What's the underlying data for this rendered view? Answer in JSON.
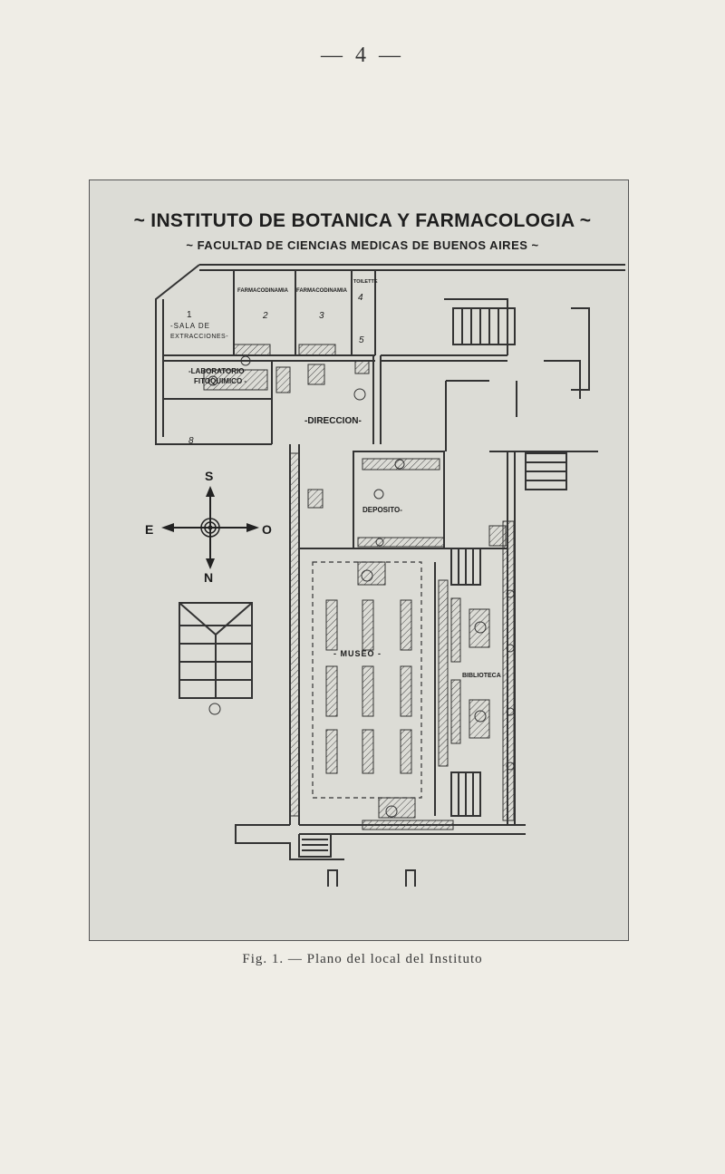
{
  "page_number": "— 4 —",
  "plate": {
    "title": "~ INSTITUTO DE BOTANICA Y FARMACOLOGIA ~",
    "subtitle": "~ FACULTAD DE CIENCIAS MEDICAS DE BUENOS AIRES ~"
  },
  "rooms": {
    "farmacodinamia_1": "FARMACODINAMIA",
    "farmacodinamia_2": "FARMACODINAMIA",
    "toilette": "TOILETTE",
    "num_1": "1",
    "num_2": "2",
    "num_3": "3",
    "num_4": "4",
    "num_5": "5",
    "num_8": "8",
    "sala_line1": "-SALA DE",
    "sala_line2": "EXTRACCIONES-",
    "lab_line1": "-LABORATORIO",
    "lab_line2": "FITOQUIMICO -",
    "direccion": "-DIRECCION-",
    "deposito": "DEPOSITO-",
    "museo": "- MUSEO -",
    "biblioteca": "BIBLIOTECA"
  },
  "compass": {
    "north_top": "S",
    "west": "E",
    "east": "O",
    "south_bottom": "N"
  },
  "caption": "Fig. 1. — Plano del local del Instituto"
}
